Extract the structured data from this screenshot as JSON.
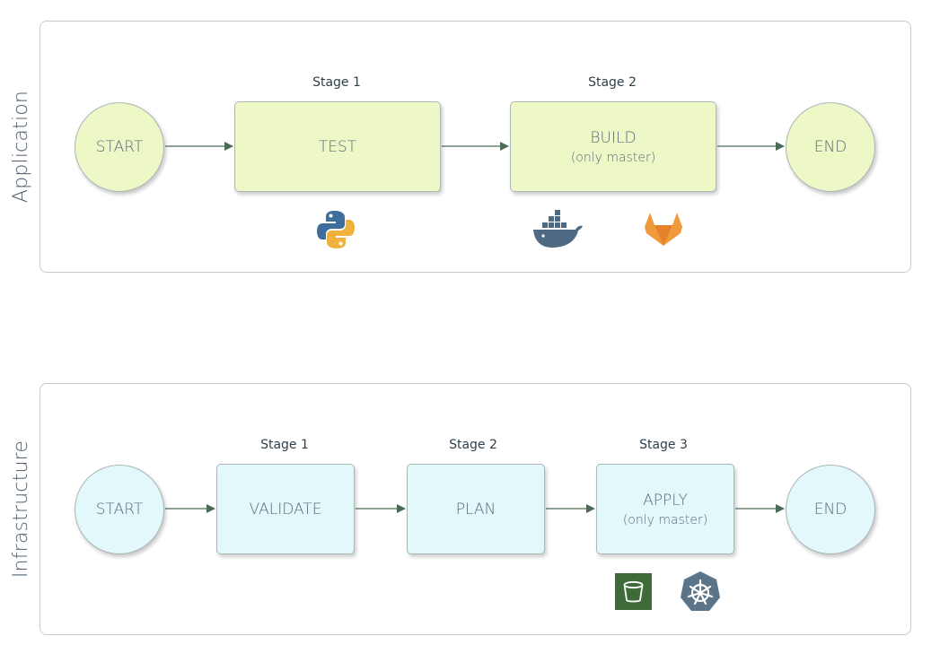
{
  "application": {
    "label": "Application",
    "start": "START",
    "end": "END",
    "stage1": {
      "label": "Stage 1",
      "name": "TEST"
    },
    "stage2": {
      "label": "Stage 2",
      "name": "BUILD",
      "note": "(only master)"
    },
    "icons": [
      "python-icon",
      "docker-icon",
      "gitlab-icon"
    ]
  },
  "infrastructure": {
    "label": "Infrastructure",
    "start": "START",
    "end": "END",
    "stage1": {
      "label": "Stage 1",
      "name": "VALIDATE"
    },
    "stage2": {
      "label": "Stage 2",
      "name": "PLAN"
    },
    "stage3": {
      "label": "Stage 3",
      "name": "APPLY",
      "note": "(only master)"
    },
    "icons": [
      "storage-bucket-icon",
      "kubernetes-icon"
    ]
  },
  "colors": {
    "app_node": "#eef7c6",
    "infra_node": "#e3f8fb",
    "arrow": "#4a6b55"
  }
}
